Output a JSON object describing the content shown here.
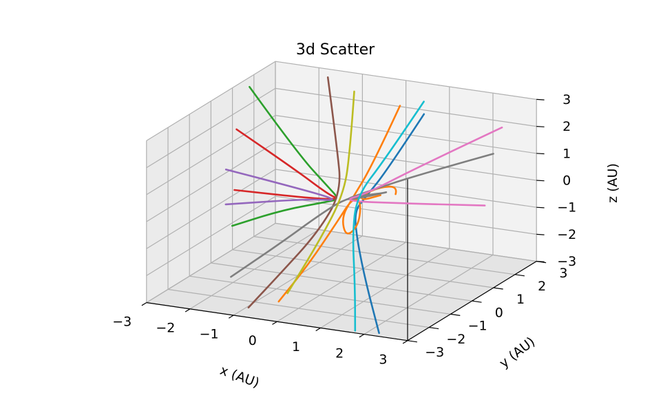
{
  "chart_data": {
    "type": "line3d",
    "title": "3d Scatter",
    "xlabel": "x (AU)",
    "ylabel": "y (AU)",
    "zlabel": "z (AU)",
    "xlim": [
      -3,
      3
    ],
    "ylim": [
      -3,
      3
    ],
    "zlim": [
      -3,
      3
    ],
    "x_ticks": [
      "−3",
      "−2",
      "−1",
      "0",
      "1",
      "2",
      "3"
    ],
    "y_ticks": [
      "−3",
      "−2",
      "−1",
      "0",
      "1",
      "2",
      "3"
    ],
    "z_ticks": [
      "−3",
      "−2",
      "−1",
      "0",
      "1",
      "2",
      "3"
    ],
    "grid": true,
    "legend": "none",
    "series": [
      {
        "color": "#1f77b4",
        "points": [
          [
            1.6,
            0.6,
            3.3
          ],
          [
            0.9,
            0.3,
            1.2
          ],
          [
            0.5,
            0.1,
            0.2
          ],
          [
            0.3,
            0.0,
            -0.3
          ],
          [
            0.6,
            -0.5,
            -1.0
          ],
          [
            1.2,
            -1.3,
            -2.1
          ],
          [
            2.0,
            -2.3,
            -3.3
          ]
        ]
      },
      {
        "color": "#ff7f0e",
        "points": [
          [
            0.9,
            0.9,
            3.3
          ],
          [
            0.5,
            0.4,
            1.2
          ],
          [
            0.2,
            0.1,
            0.1
          ],
          [
            0.0,
            0.0,
            -0.6
          ],
          [
            0.2,
            -0.2,
            -1.2
          ],
          [
            0.4,
            0.0,
            -0.8
          ],
          [
            0.35,
            0.2,
            0.0
          ],
          [
            0.2,
            0.1,
            0.1
          ],
          [
            -0.1,
            0.0,
            -0.8
          ],
          [
            -0.5,
            -0.5,
            -2.2
          ],
          [
            -0.9,
            -1.1,
            -3.4
          ]
        ]
      },
      {
        "color": "#ff7f0e",
        "points": [
          [
            0.8,
            0.9,
            0.0
          ],
          [
            0.6,
            1.4,
            0.0
          ],
          [
            0.3,
            1.2,
            0.0
          ],
          [
            0.2,
            0.6,
            0.0
          ],
          [
            0.35,
            0.2,
            0.0
          ],
          [
            0.55,
            0.7,
            0.0
          ]
        ]
      },
      {
        "color": "#2ca02c",
        "points": [
          [
            -3.2,
            2.2,
            2.4
          ],
          [
            -1.6,
            1.2,
            0.8
          ],
          [
            -0.5,
            0.4,
            0.2
          ],
          [
            -0.1,
            0.1,
            0.0
          ],
          [
            -0.5,
            0.3,
            -0.3
          ],
          [
            -1.8,
            0.9,
            -1.2
          ],
          [
            -3.4,
            1.8,
            -2.6
          ]
        ]
      },
      {
        "color": "#d62728",
        "points": [
          [
            -3.3,
            1.8,
            1.0
          ],
          [
            -1.6,
            1.0,
            0.35
          ],
          [
            -0.4,
            0.2,
            0.05
          ],
          [
            -0.1,
            0.1,
            0.0
          ],
          [
            -0.8,
            0.4,
            -0.3
          ],
          [
            -3.3,
            1.7,
            -1.2
          ]
        ]
      },
      {
        "color": "#9467bd",
        "points": [
          [
            -3.1,
            0.9,
            0.0
          ],
          [
            -1.2,
            0.4,
            0.0
          ],
          [
            0.0,
            0.0,
            0.0
          ],
          [
            -1.0,
            0.5,
            -0.4
          ],
          [
            -3.6,
            1.9,
            -1.9
          ]
        ]
      },
      {
        "color": "#8c564b",
        "points": [
          [
            -1.3,
            2.0,
            3.3
          ],
          [
            -0.6,
            1.0,
            1.4
          ],
          [
            -0.1,
            0.2,
            0.2
          ],
          [
            -0.3,
            -0.5,
            -1.0
          ],
          [
            -0.8,
            -1.3,
            -2.3
          ],
          [
            -1.2,
            -1.9,
            -3.3
          ]
        ]
      },
      {
        "color": "#7f7f7f",
        "points": [
          [
            2.7,
            1.6,
            1.6
          ],
          [
            1.3,
            1.0,
            0.8
          ],
          [
            0.4,
            0.4,
            0.25
          ],
          [
            0.0,
            0.0,
            0.0
          ],
          [
            0.4,
            0.6,
            0.0
          ],
          [
            0.6,
            1.0,
            0.0
          ],
          [
            0.5,
            0.8,
            0.0
          ],
          [
            0.0,
            0.3,
            0.0
          ],
          [
            -0.4,
            -0.2,
            -0.5
          ],
          [
            -1.0,
            -0.8,
            -1.4
          ],
          [
            -1.8,
            -1.5,
            -2.5
          ]
        ]
      },
      {
        "color": "#e377c2",
        "points": [
          [
            2.8,
            1.8,
            2.5
          ],
          [
            1.3,
            1.0,
            1.1
          ],
          [
            0.4,
            0.3,
            0.2
          ],
          [
            0.0,
            0.0,
            0.0
          ],
          [
            1.2,
            0.4,
            0.0
          ],
          [
            2.8,
            1.0,
            0.0
          ]
        ]
      },
      {
        "color": "#bcbd22",
        "points": [
          [
            -0.3,
            1.2,
            3.4
          ],
          [
            -0.1,
            0.6,
            1.5
          ],
          [
            0.0,
            0.1,
            0.2
          ],
          [
            -0.2,
            -0.6,
            -1.2
          ],
          [
            -0.5,
            -1.5,
            -2.8
          ]
        ]
      },
      {
        "color": "#17becf",
        "points": [
          [
            1.3,
            1.2,
            3.4
          ],
          [
            0.7,
            0.6,
            1.4
          ],
          [
            0.3,
            0.1,
            0.2
          ],
          [
            0.5,
            -0.5,
            -0.9
          ],
          [
            1.0,
            -1.4,
            -2.2
          ],
          [
            1.4,
            -2.2,
            -3.4
          ]
        ]
      }
    ]
  }
}
